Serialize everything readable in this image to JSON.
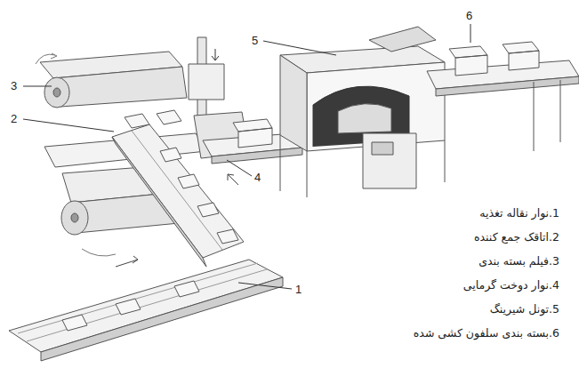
{
  "diagram": {
    "labels": [
      "3",
      "2",
      "5",
      "6",
      "4",
      "1",
      "1.نوار نقاله تغذیه",
      "2.اتاقک جمع کننده",
      "3.فیلم بسته بندی",
      "4.نوار دوخت گرمایی",
      "5.تونل شیرینگ",
      "6.بسته بندی سلفون کشی شده"
    ]
  }
}
